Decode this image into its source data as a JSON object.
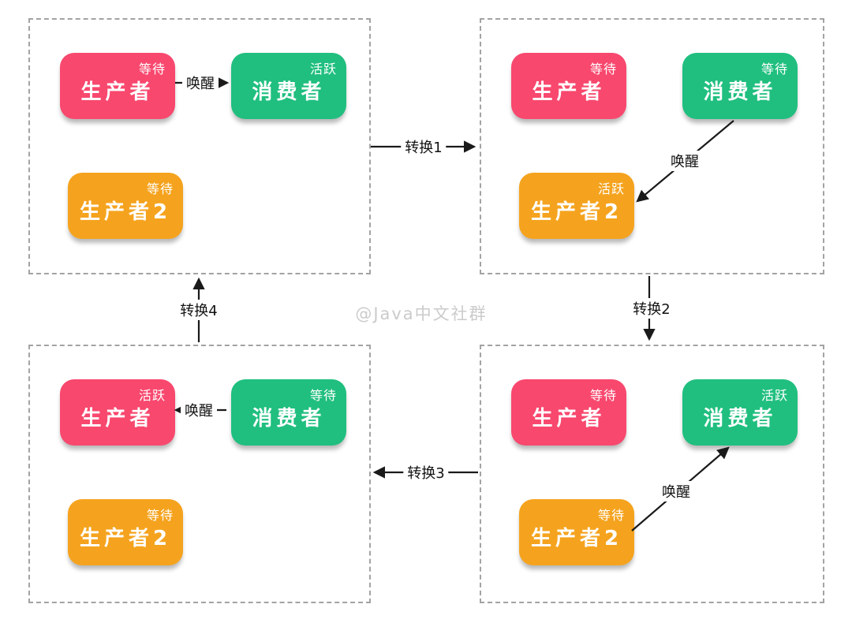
{
  "watermark": "@Java中文社群",
  "colors": {
    "producer": "#F8486E",
    "consumer": "#20BF7F",
    "producer2": "#F5A31E",
    "arrow": "#1a1a1a",
    "panel_border": "#a3a3a3",
    "watermark_gray": "#cbcbcb"
  },
  "diagram": {
    "panels": [
      {
        "position": "top-left",
        "producer": {
          "title": "生产者",
          "status": "等待"
        },
        "consumer": {
          "title": "消费者",
          "status": "活跃"
        },
        "producer2": {
          "title": "生产者2",
          "status": "等待"
        },
        "wake_label": "唤醒",
        "wake_from": "producer",
        "wake_to": "consumer"
      },
      {
        "position": "top-right",
        "producer": {
          "title": "生产者",
          "status": "等待"
        },
        "consumer": {
          "title": "消费者",
          "status": "等待"
        },
        "producer2": {
          "title": "生产者2",
          "status": "活跃"
        },
        "wake_label": "唤醒",
        "wake_from": "consumer",
        "wake_to": "producer2"
      },
      {
        "position": "bottom-left",
        "producer": {
          "title": "生产者",
          "status": "活跃"
        },
        "consumer": {
          "title": "消费者",
          "status": "等待"
        },
        "producer2": {
          "title": "生产者2",
          "status": "等待"
        },
        "wake_label": "唤醒",
        "wake_from": "consumer",
        "wake_to": "producer"
      },
      {
        "position": "bottom-right",
        "producer": {
          "title": "生产者",
          "status": "等待"
        },
        "consumer": {
          "title": "消费者",
          "status": "活跃"
        },
        "producer2": {
          "title": "生产者2",
          "status": "等待"
        },
        "wake_label": "唤醒",
        "wake_from": "producer2",
        "wake_to": "consumer"
      }
    ],
    "transitions": [
      {
        "label": "转换1",
        "from": "top-left",
        "to": "top-right"
      },
      {
        "label": "转换2",
        "from": "top-right",
        "to": "bottom-right"
      },
      {
        "label": "转换3",
        "from": "bottom-right",
        "to": "bottom-left"
      },
      {
        "label": "转换4",
        "from": "bottom-left",
        "to": "top-left"
      }
    ]
  }
}
